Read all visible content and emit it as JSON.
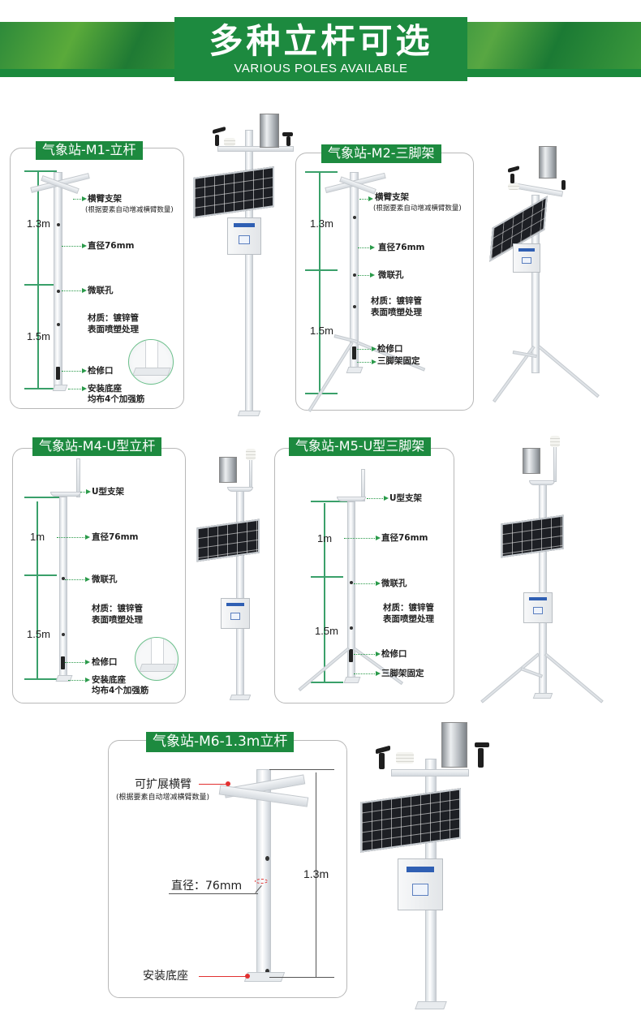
{
  "banner": {
    "title": "多种立杆可选",
    "subtitle": "VARIOUS POLES AVAILABLE",
    "colors": {
      "primary_green": "#1d8a3f",
      "annotation_green": "#2a9a4a",
      "card_border": "#b8b8b8",
      "accent_red": "#e23030"
    }
  },
  "cards": {
    "m1": {
      "title": "气象站-M1-立杆",
      "dims": {
        "upper": "1.3m",
        "lower": "1.5m"
      },
      "labels": {
        "arm": "横臂支架",
        "arm_note": "(根据要素自动增减横臂数量)",
        "diameter": "直径76mm",
        "hole": "微联孔",
        "material_1": "材质：镀锌管",
        "material_2": "表面喷塑处理",
        "door": "检修口",
        "base_1": "安装底座",
        "base_2": "均布4个加强筋"
      }
    },
    "m2": {
      "title": "气象站-M2-三脚架",
      "dims": {
        "upper": "1.3m",
        "lower": "1.5m"
      },
      "labels": {
        "arm": "横臂支架",
        "arm_note": "(根据要素自动增减横臂数量)",
        "diameter": "直径76mm",
        "hole": "微联孔",
        "material_1": "材质：镀锌管",
        "material_2": "表面喷塑处理",
        "door": "检修口",
        "tripod": "三脚架固定"
      }
    },
    "m4": {
      "title": "气象站-M4-U型立杆",
      "dims": {
        "upper": "1m",
        "lower": "1.5m"
      },
      "labels": {
        "u_bracket": "U型支架",
        "diameter": "直径76mm",
        "hole": "微联孔",
        "material_1": "材质：镀锌管",
        "material_2": "表面喷塑处理",
        "door": "检修口",
        "base_1": "安装底座",
        "base_2": "均布4个加强筋"
      }
    },
    "m5": {
      "title": "气象站-M5-U型三脚架",
      "dims": {
        "upper": "1m",
        "lower": "1.5m"
      },
      "labels": {
        "u_bracket": "U型支架",
        "diameter": "直径76mm",
        "hole": "微联孔",
        "material_1": "材质：镀锌管",
        "material_2": "表面喷塑处理",
        "door": "检修口",
        "tripod": "三脚架固定"
      }
    },
    "m6": {
      "title": "气象站-M6-1.3m立杆",
      "dims": {
        "height": "1.3m"
      },
      "labels": {
        "arm": "可扩展横臂",
        "arm_note": "(根据要素自动增减横臂数量)",
        "diameter": "直径：76mm",
        "base": "安装底座"
      }
    }
  }
}
